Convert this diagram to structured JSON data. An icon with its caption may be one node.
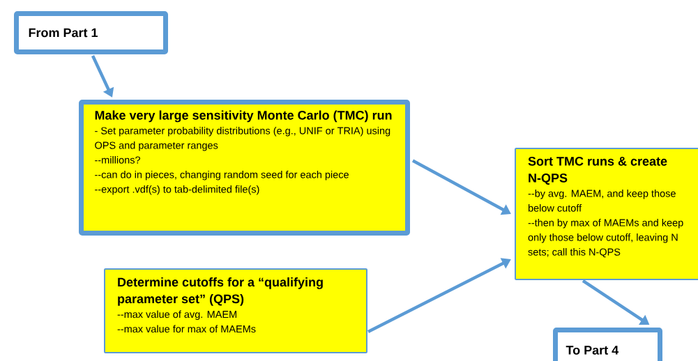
{
  "diagram": {
    "nodes": [
      {
        "text": [
          "From Part 1"
        ]
      },
      {
        "text": [
          "Make very large sensitivity Monte Carlo (TMC) run",
          "- Set parameter probability  distributions (e.g., UNIF or TRIA) using OPS and parameter ranges",
          "--millions?",
          "--can do in pieces, changing random seed for each piece",
          "--export .vdf(s) to tab-delimited file(s)"
        ]
      },
      {
        "text": [
          "Sort TMC runs & create N-QPS",
          "--by avg. MAEM, and  keep those below cutoff",
          "--then by max of MAEMs and keep only those below cutoff, leaving N sets; call this N-QPS"
        ]
      },
      {
        "text": [
          "Determine cutoffs for a “qualifying parameter set” (QPS)",
          "--max value of avg. MAEM",
          "--max value for max of MAEMs"
        ]
      },
      {
        "text": [
          "To Part 4"
        ]
      }
    ],
    "edges": [
      {
        "from": 0,
        "to": 1,
        "arrow": "to"
      },
      {
        "from": 1,
        "to": 2,
        "arrow": "to"
      },
      {
        "from": 3,
        "to": 2,
        "arrow": "to"
      },
      {
        "from": 2,
        "to": 4,
        "arrow": "to"
      }
    ]
  }
}
